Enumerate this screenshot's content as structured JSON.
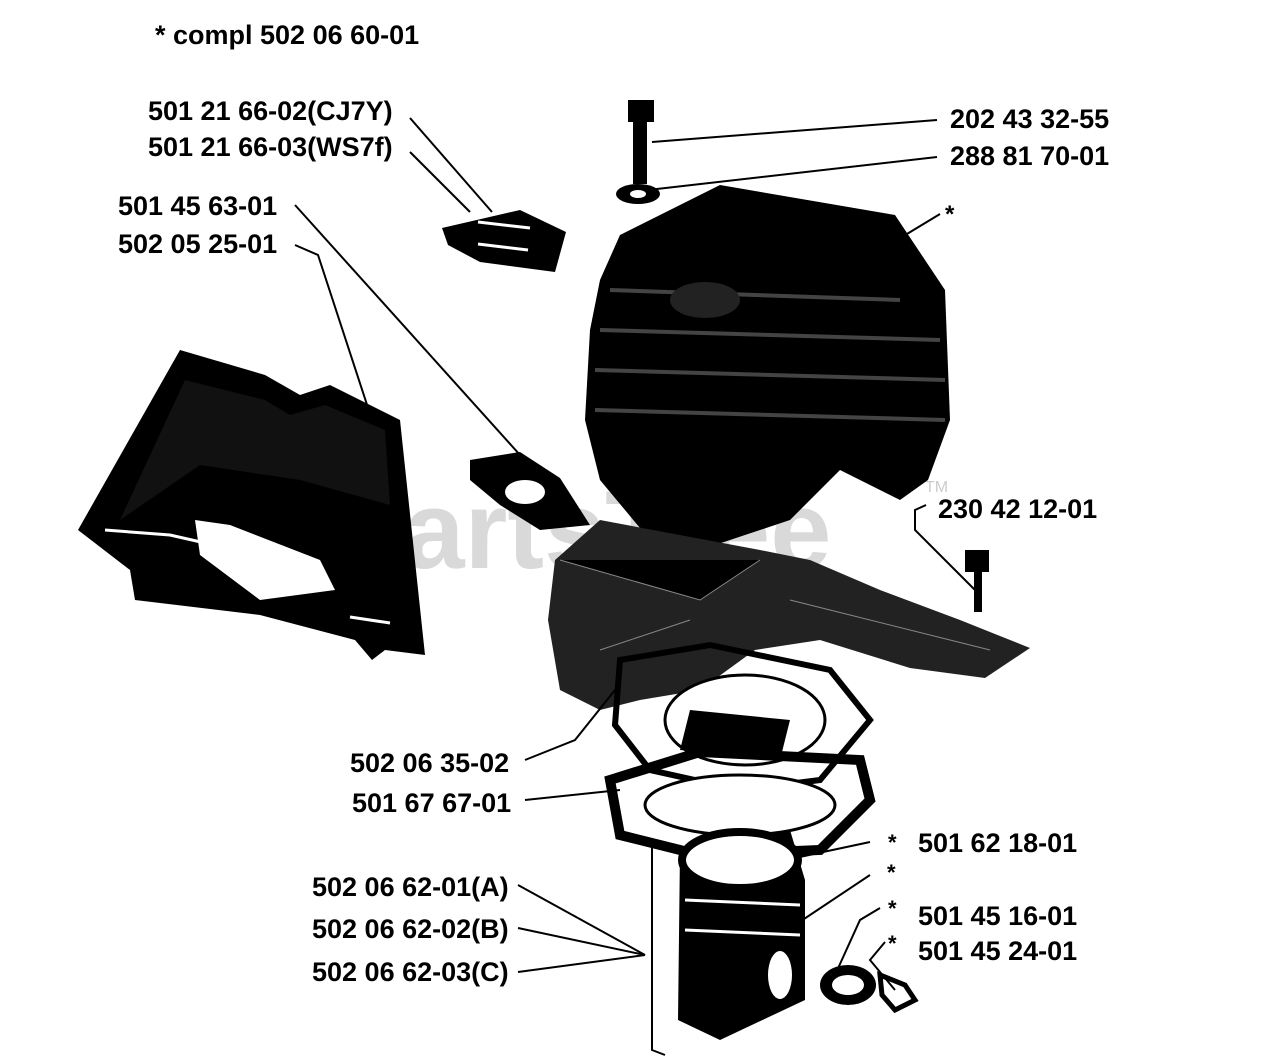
{
  "header": {
    "assembly_note": "*  compl 502 06 60-01"
  },
  "watermark": {
    "text": "PartsTree",
    "tm": "TM"
  },
  "parts": {
    "spark_plug_a": "501 21 66-02(CJ7Y)",
    "spark_plug_b": "501 21 66-03(WS7f)",
    "gasket_1": "501 45 63-01",
    "heat_shield": "502 05 25-01",
    "screw": "202 43 32-55",
    "washer": "288 81 70-01",
    "cylinder_star": "*",
    "side_screw": "230 42 12-01",
    "cylinder_gasket": "502 06 35-02",
    "base_gasket": "501 67 67-01",
    "piston_a": "502 06 62-01(A)",
    "piston_b": "502 06 62-02(B)",
    "piston_c": "502 06 62-03(C)",
    "piston_ring": "501 62 18-01",
    "piston_ring_star": "*",
    "piston_pin": "501 45 16-01",
    "piston_pin_star": "*",
    "circlip": "501 45 24-01",
    "circlip_star": "*",
    "piston_star_only": "*"
  }
}
